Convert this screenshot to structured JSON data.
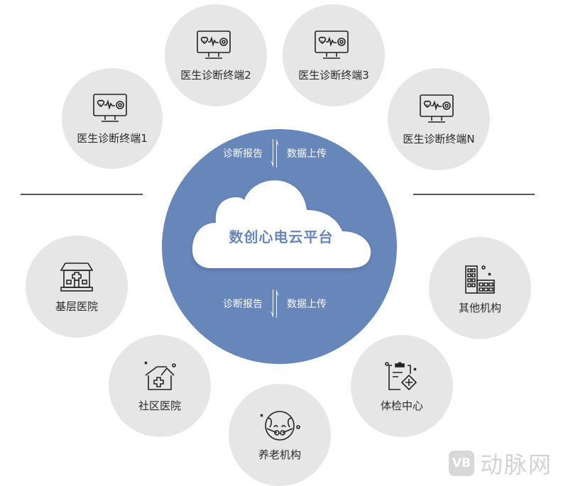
{
  "colors": {
    "hub": "#6786b9",
    "node_bg": "#e6e6e6",
    "text": "#2b2b2b",
    "separator": "#555555",
    "watermark": "#d3d3d3"
  },
  "hub": {
    "title": "数创心电云平台",
    "top_flow": {
      "left": "诊断报告",
      "right": "数据上传"
    },
    "bottom_flow": {
      "left": "诊断报告",
      "right": "数据上传"
    }
  },
  "terminals": [
    {
      "label": "医生诊断终端1",
      "badge": "1",
      "icon": "monitor-ecg-icon"
    },
    {
      "label": "医生诊断终端2",
      "badge": "2",
      "icon": "monitor-ecg-icon"
    },
    {
      "label": "医生诊断终端3",
      "badge": "3",
      "icon": "monitor-ecg-icon"
    },
    {
      "label": "医生诊断终端N",
      "badge": "N",
      "icon": "monitor-ecg-icon"
    }
  ],
  "institutions": [
    {
      "label": "基层医院",
      "icon": "hospital-icon"
    },
    {
      "label": "社区医院",
      "icon": "community-clinic-icon"
    },
    {
      "label": "养老机构",
      "icon": "elderly-icon"
    },
    {
      "label": "体检中心",
      "icon": "clipboard-medical-icon"
    },
    {
      "label": "其他机构",
      "icon": "buildings-icon"
    }
  ],
  "watermark": {
    "logo": "VB",
    "text": "动脉网"
  }
}
